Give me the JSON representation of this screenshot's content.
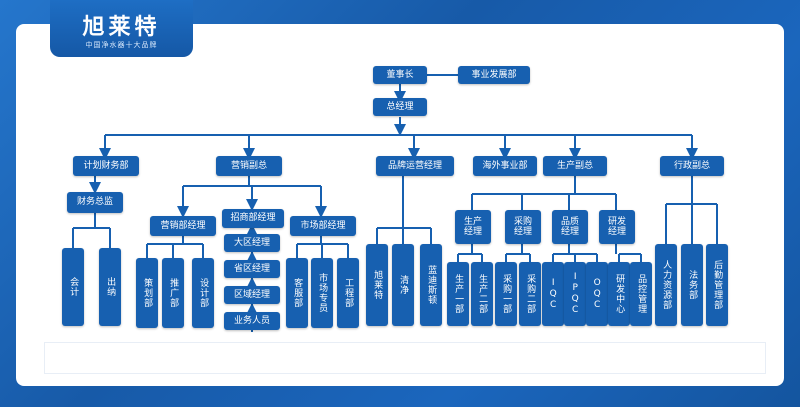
{
  "brand": {
    "title": "旭莱特",
    "subtitle": "中国净水器十大品牌"
  },
  "nodes": {
    "chairman": "董事长",
    "biz_dev": "事业发展部",
    "gm": "总经理",
    "plan_fin": "计划财务部",
    "fin_director": "财务总监",
    "accounting": "会计",
    "cashier": "出纳",
    "sales_vp": "营销副总",
    "sales_mgr": "营销部经理",
    "planning": "策划部",
    "promotion": "推广部",
    "design": "设计部",
    "invest_mgr": "招商部经理",
    "region_mgr": "大区经理",
    "province_mgr": "省区经理",
    "area_mgr": "区域经理",
    "salesman": "业务人员",
    "market_mgr": "市场部经理",
    "service": "客服部",
    "market_spec": "市场专员",
    "engineering": "工程部",
    "brand_mgr": "品牌运营经理",
    "brand_xlt": "旭莱特",
    "brand_qj": "清净",
    "brand_lds": "蓝迪斯顿",
    "overseas": "海外事业部",
    "prod_vp": "生产副总",
    "prod_mgr": "生产\n经理",
    "purchase_mgr": "采购\n经理",
    "quality_mgr": "品质\n经理",
    "rd_mgr": "研发\n经理",
    "prod1": "生产一部",
    "prod2": "生产二部",
    "purch1": "采购一部",
    "purch2": "采购二部",
    "iqc": "IQC",
    "ipqc": "IPQC",
    "oqc": "OQC",
    "rd_center": "研发中心",
    "qc_mgmt": "品控管理",
    "admin_vp": "行政副总",
    "hr": "人力资源部",
    "legal": "法务部",
    "logistics": "后勤管理部"
  }
}
